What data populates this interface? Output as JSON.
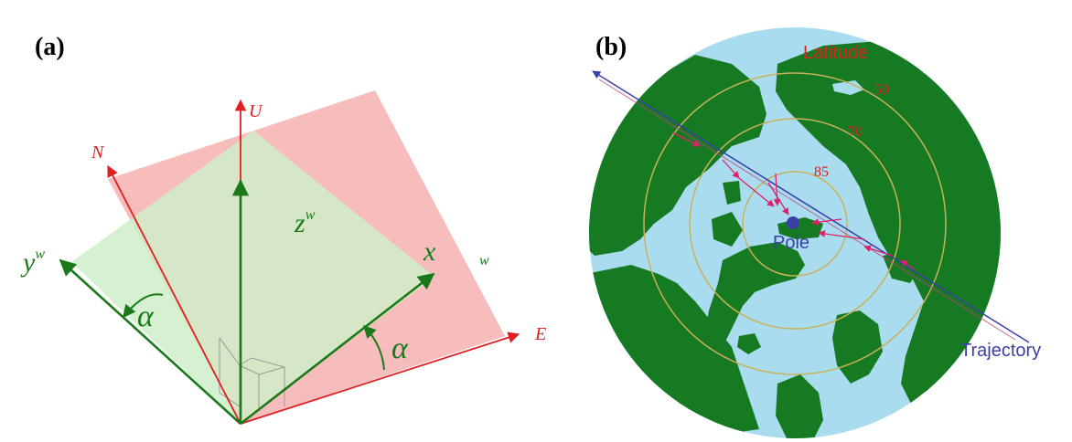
{
  "panel_a": {
    "label": "(a)",
    "axis_U": "U",
    "axis_N": "N",
    "axis_E": "E",
    "axis_zw": "z",
    "axis_zw_sup": "w",
    "axis_yw": "y",
    "axis_yw_sup": "w",
    "axis_x": "x",
    "plane_w": "w",
    "angle_left": "α",
    "angle_right": "α",
    "colors": {
      "red": "#e02020",
      "green": "#1a7a1a",
      "red_plane": "#f7b9b9",
      "green_plane": "#cfeec9"
    }
  },
  "panel_b": {
    "label": "(b)",
    "latitude_title": "Latitude",
    "lat_50": "50",
    "lat_70": "70",
    "lat_85": "85",
    "pole_label": "Pole",
    "trajectory_label": "Trajectory",
    "colors": {
      "ocean": "#a9dcef",
      "land": "#157a22",
      "circle": "#c9b15a",
      "trajectory": "#3b3fa8",
      "arrows": "#e0206b"
    }
  }
}
